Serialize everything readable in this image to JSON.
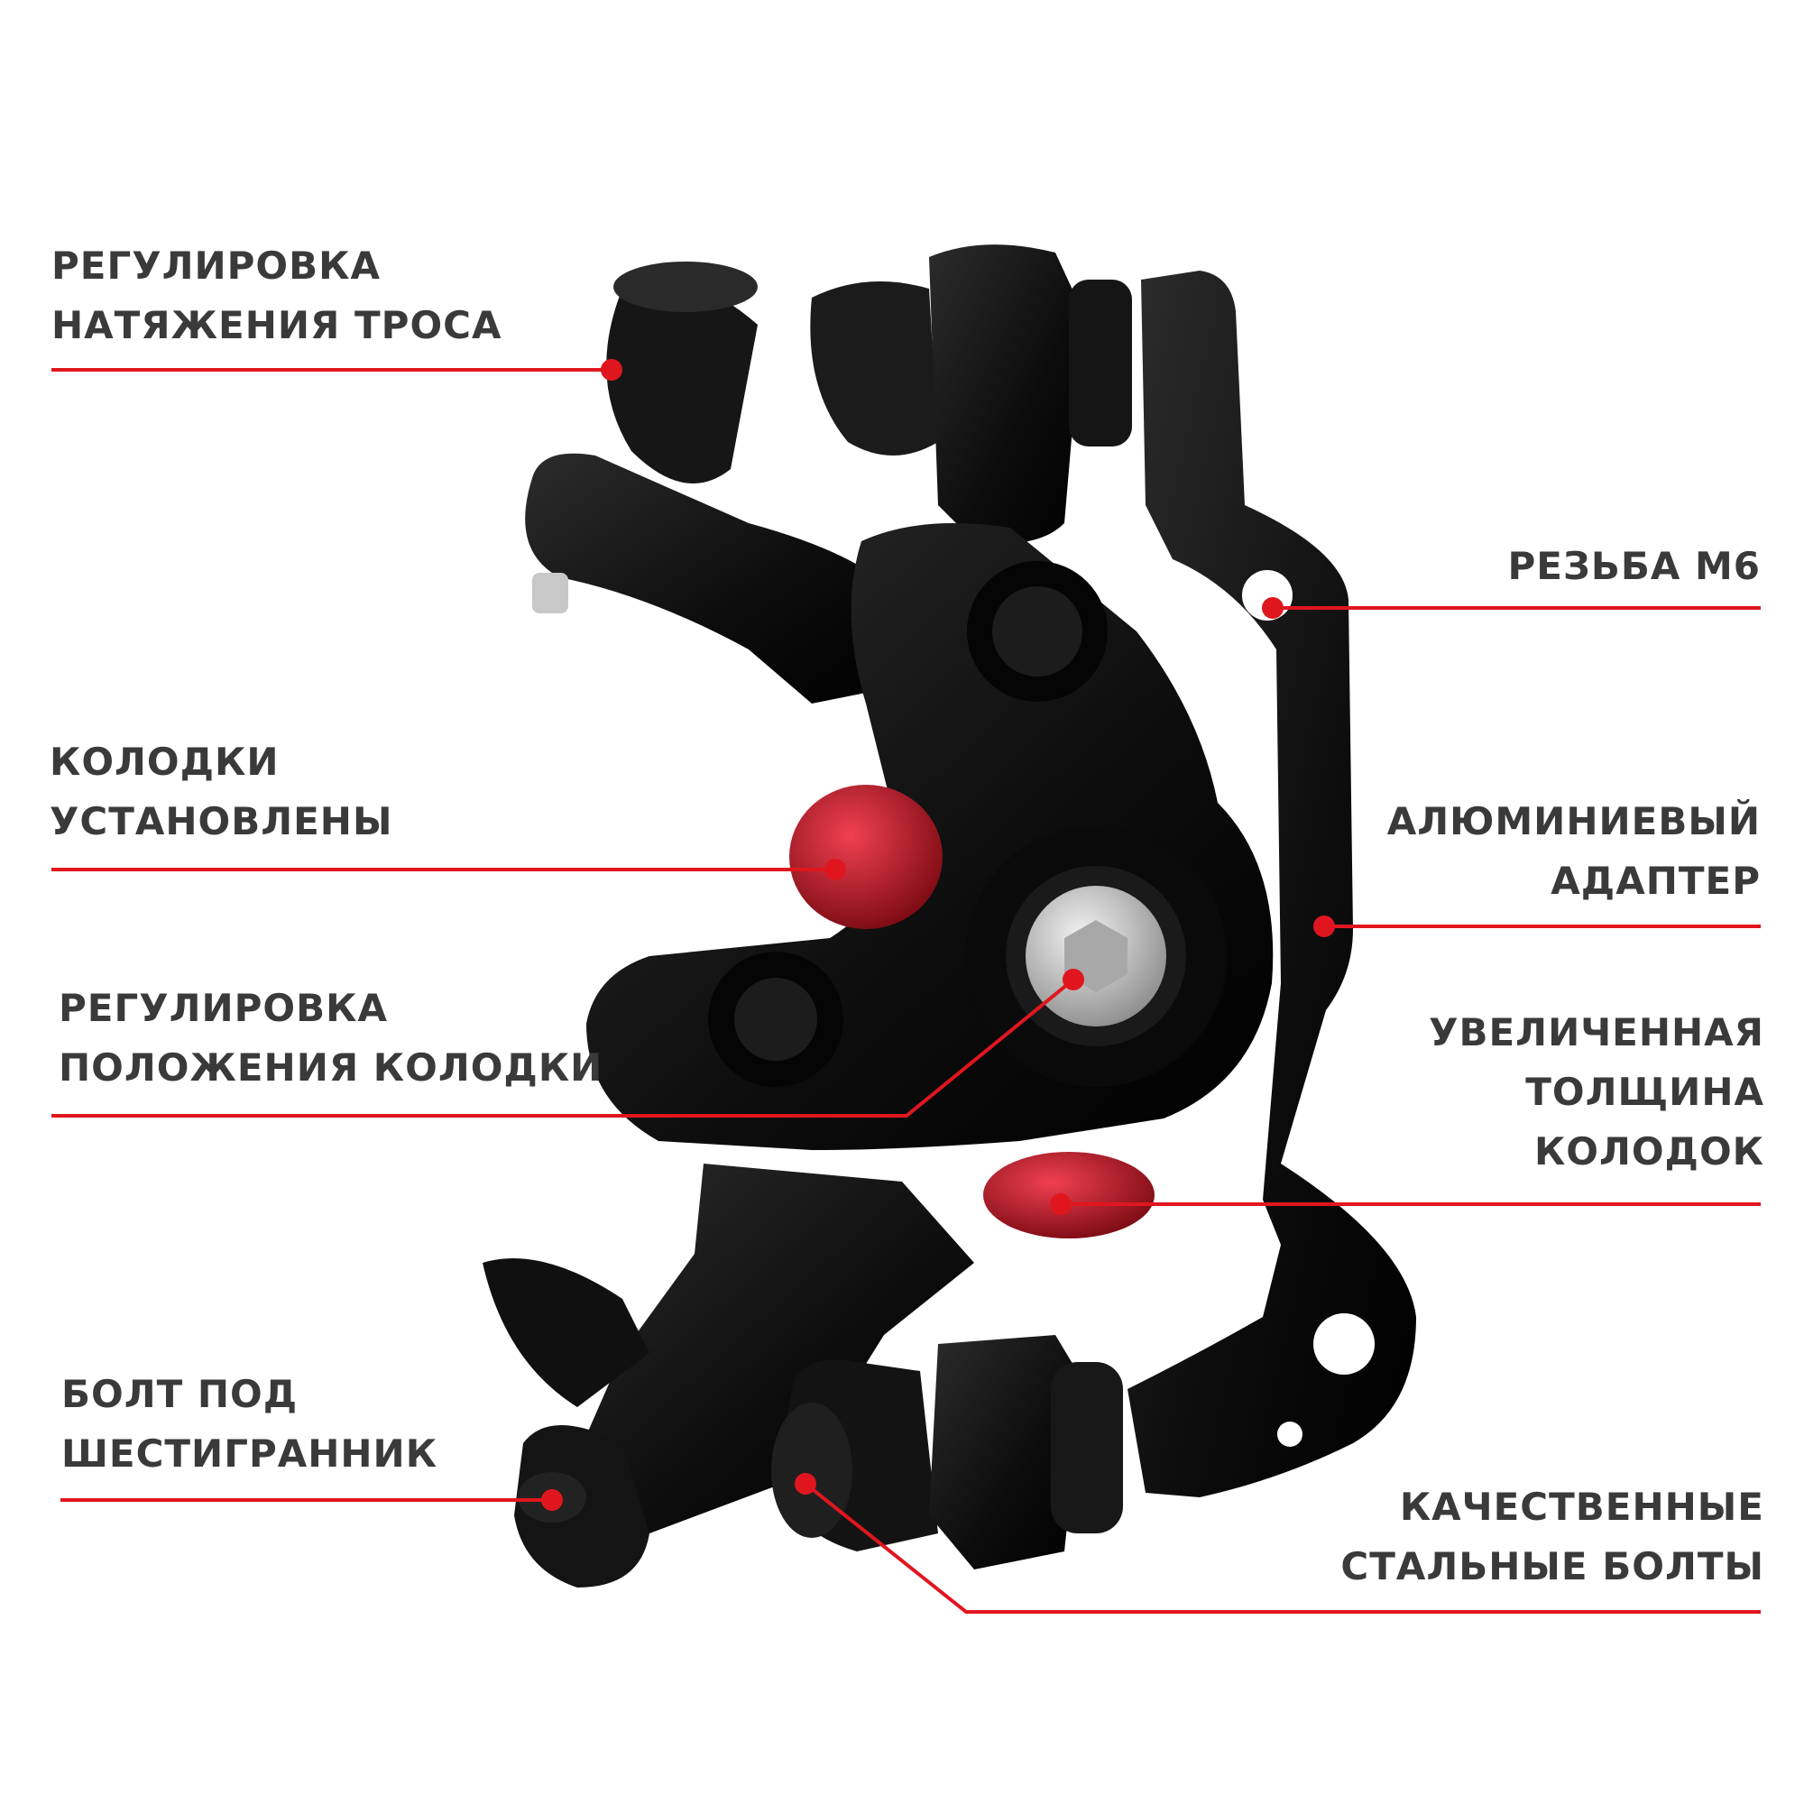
{
  "colors": {
    "accent": "#e0161f",
    "label_text": "#3a3a3a",
    "caliper_body": "#111111",
    "brake_pad": "#b3101b",
    "bolt_silver": "#c9c9c9",
    "background": "#ffffff"
  },
  "callouts": {
    "cable_tension": [
      "РЕГУЛИРОВКА",
      "НАТЯЖЕНИЯ ТРОСА"
    ],
    "pads_installed": [
      "КОЛОДКИ",
      "УСТАНОВЛЕНЫ"
    ],
    "pad_adjustment": [
      "РЕГУЛИРОВКА",
      "ПОЛОЖЕНИЯ КОЛОДКИ"
    ],
    "hex_bolt": [
      "БОЛТ ПОД",
      "ШЕСТИГРАННИК"
    ],
    "thread": [
      "РЕЗЬБА М6"
    ],
    "aluminum_adapter": [
      "АЛЮМИНИЕВЫЙ",
      "АДАПТЕР"
    ],
    "pad_thickness": [
      "УВЕЛИЧЕННАЯ",
      "ТОЛЩИНА",
      "КОЛОДОК"
    ],
    "steel_bolts": [
      "КАЧЕСТВЕННЫЕ",
      "СТАЛЬНЫЕ БОЛТЫ"
    ]
  },
  "icons": {
    "product": "mechanical-disc-brake-caliper",
    "marker": "red-dot"
  }
}
